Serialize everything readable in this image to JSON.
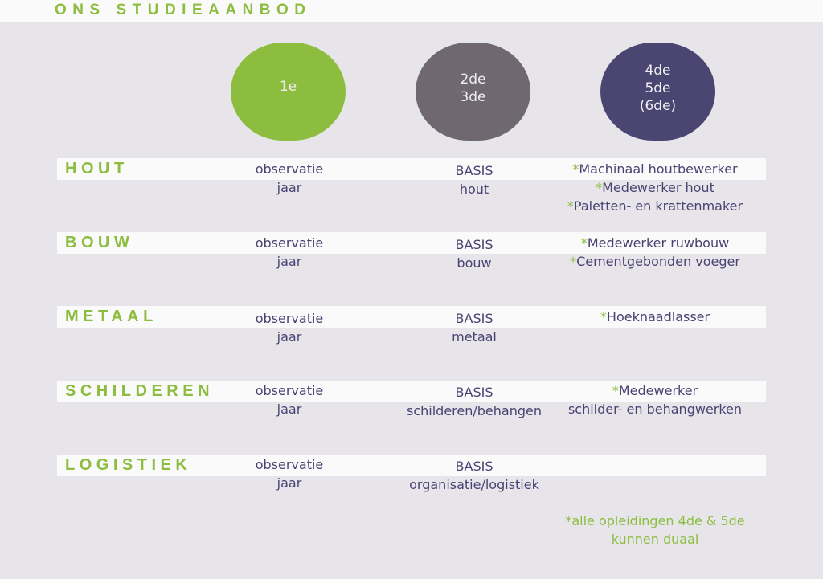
{
  "header": {
    "title": "ONS STUDIEAANBOD"
  },
  "grades": [
    {
      "label": "1e",
      "color": "#8cbd3f"
    },
    {
      "label": "2de\n3de",
      "color": "#706870"
    },
    {
      "label": "4de\n5de\n(6de)",
      "color": "#4b4572"
    }
  ],
  "rows": [
    {
      "category": "HOUT",
      "first": [
        "observatie",
        "jaar"
      ],
      "second": [
        "BASIS",
        "hout"
      ],
      "third": [
        "Machinaal houtbewerker",
        "Medewerker hout",
        "Paletten- en krattenmaker"
      ]
    },
    {
      "category": "BOUW",
      "first": [
        "observatie",
        "jaar"
      ],
      "second": [
        "BASIS",
        "bouw"
      ],
      "third": [
        "Medewerker ruwbouw",
        "Cementgebonden voeger"
      ]
    },
    {
      "category": "METAAL",
      "first": [
        "observatie",
        "jaar"
      ],
      "second": [
        "BASIS",
        "metaal"
      ],
      "third": [
        "Hoeknaadlasser"
      ]
    },
    {
      "category": "SCHILDEREN",
      "first": [
        "observatie",
        "jaar"
      ],
      "second": [
        "BASIS",
        "schilderen/behangen"
      ],
      "third": [
        "Medewerker",
        "schilder- en behangwerken"
      ]
    },
    {
      "category": "LOGISTIEK",
      "first": [
        "observatie",
        "jaar"
      ],
      "second": [
        "BASIS",
        "organisatie/logistiek"
      ],
      "third": []
    }
  ],
  "star": "*",
  "footnote": {
    "line1": "*alle opleidingen 4de & 5de",
    "line2": "kunnen duaal"
  }
}
